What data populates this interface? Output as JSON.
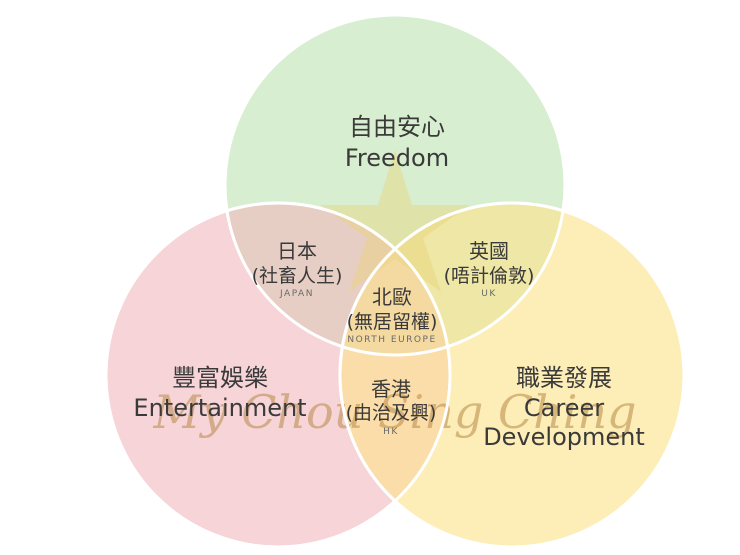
{
  "colors": {
    "freedom": "#c9e8be",
    "entertainment": "#f0b9bf",
    "career": "#fbe28a",
    "outline": "#ffffff",
    "star": "#e9d27a",
    "text": "#3a3a3a"
  },
  "freedom": {
    "zh": "自由安心",
    "en": "Freedom"
  },
  "entertainment": {
    "zh": "豐富娛樂",
    "en": "Entertainment"
  },
  "career": {
    "zh": "職業發展",
    "en_line1": "Career",
    "en_line2": "Development"
  },
  "japan": {
    "zh": "日本",
    "sub": "(社畜人生)",
    "en": "JAPAN"
  },
  "uk": {
    "zh": "英國",
    "sub": "(唔計倫敦)",
    "en": "UK"
  },
  "nordic": {
    "zh": "北歐",
    "sub": "(無居留權)",
    "en": "NORTH EUROPE"
  },
  "hk": {
    "zh": "香港",
    "sub": "(由治及興)",
    "en": "HK"
  },
  "watermark": "My Chou Sing Ching"
}
